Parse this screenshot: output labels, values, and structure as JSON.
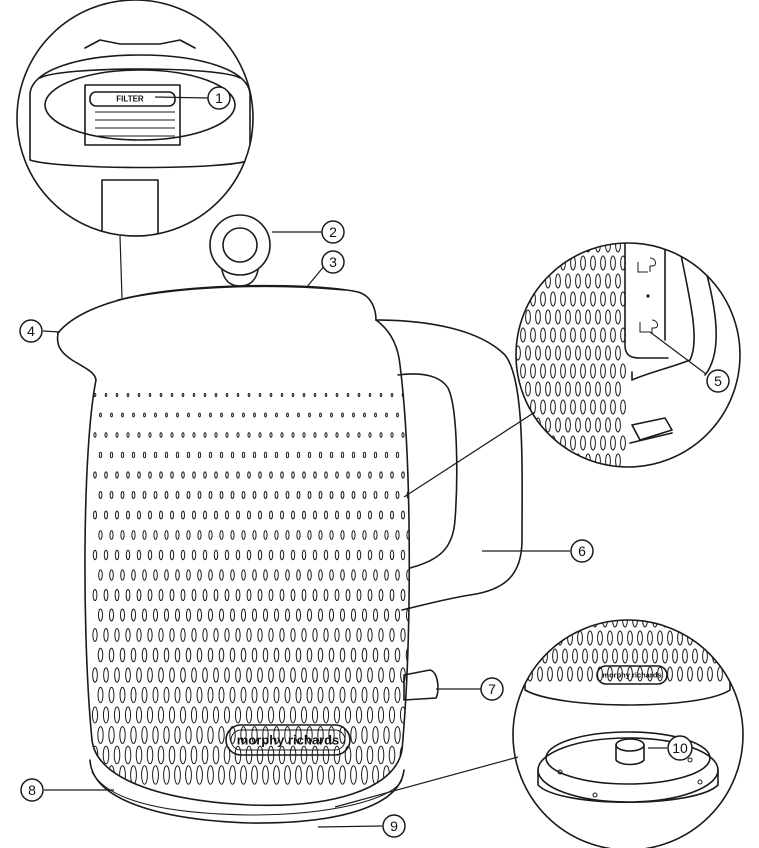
{
  "brand": "morphy richards",
  "filter_label": "FILTER",
  "callouts": [
    {
      "number": "1",
      "part": "filter"
    },
    {
      "number": "2",
      "part": "lid-handle"
    },
    {
      "number": "3",
      "part": "lid"
    },
    {
      "number": "4",
      "part": "spout"
    },
    {
      "number": "5",
      "part": "water-window"
    },
    {
      "number": "6",
      "part": "handle"
    },
    {
      "number": "7",
      "part": "on-off-switch"
    },
    {
      "number": "8",
      "part": "kettle-body"
    },
    {
      "number": "9",
      "part": "base"
    },
    {
      "number": "10",
      "part": "power-connector"
    }
  ],
  "colors": {
    "line": "#1a1a1a",
    "background": "#ffffff"
  }
}
